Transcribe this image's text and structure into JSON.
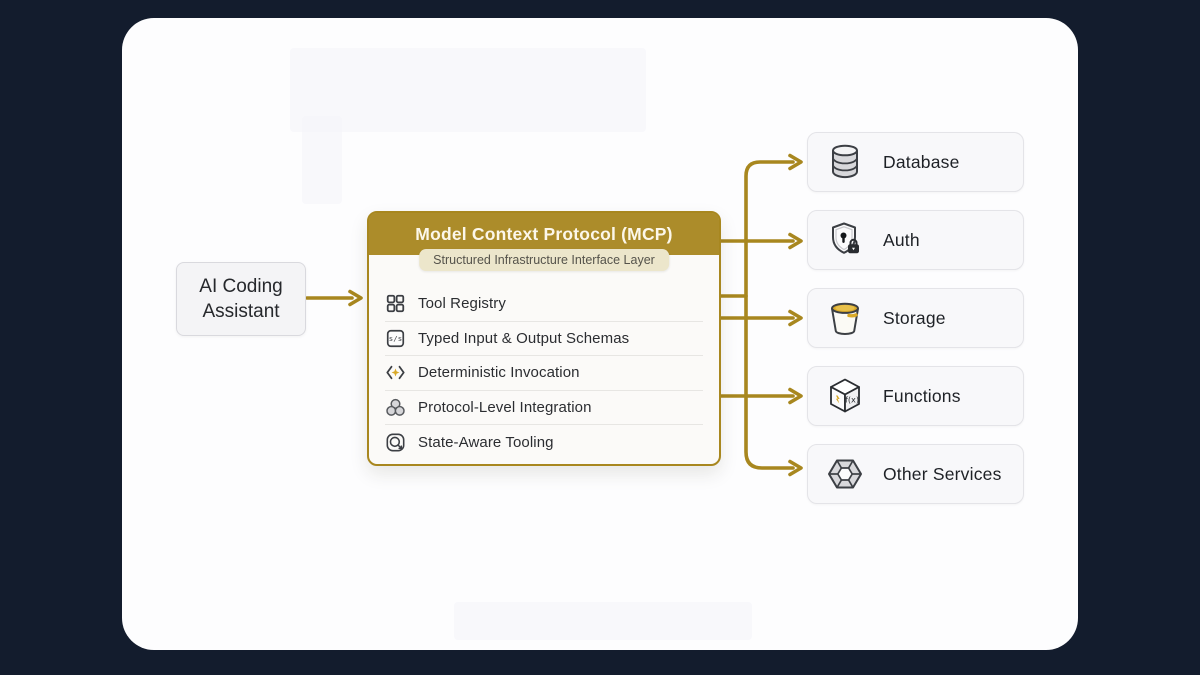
{
  "colors": {
    "background": "#131c2d",
    "canvas": "#fdfdfe",
    "gold_header": "#ac8c2a",
    "connector": "#a8871f",
    "badge_bg": "#ece6cb",
    "accent_gold": "#d9a928"
  },
  "source_box": {
    "label": "AI Coding Assistant"
  },
  "mcp": {
    "title": "Model Context Protocol (MCP)",
    "subtitle": "Structured Infrastructure Interface Layer",
    "capabilities": [
      {
        "icon": "grid-icon",
        "label": "Tool Registry"
      },
      {
        "icon": "schema-icon",
        "label": "Typed Input & Output Schemas"
      },
      {
        "icon": "code-invoke-icon",
        "label": "Deterministic Invocation"
      },
      {
        "icon": "nodes-icon",
        "label": "Protocol-Level Integration"
      },
      {
        "icon": "state-search-icon",
        "label": "State-Aware Tooling"
      }
    ],
    "schema_icon_glyph": "s/s"
  },
  "services": [
    {
      "icon": "database-icon",
      "label": "Database"
    },
    {
      "icon": "shield-lock-icon",
      "label": "Auth"
    },
    {
      "icon": "bucket-icon",
      "label": "Storage"
    },
    {
      "icon": "function-cube-icon",
      "label": "Functions",
      "glyph": "f(x)"
    },
    {
      "icon": "hex-cluster-icon",
      "label": "Other Services"
    }
  ]
}
